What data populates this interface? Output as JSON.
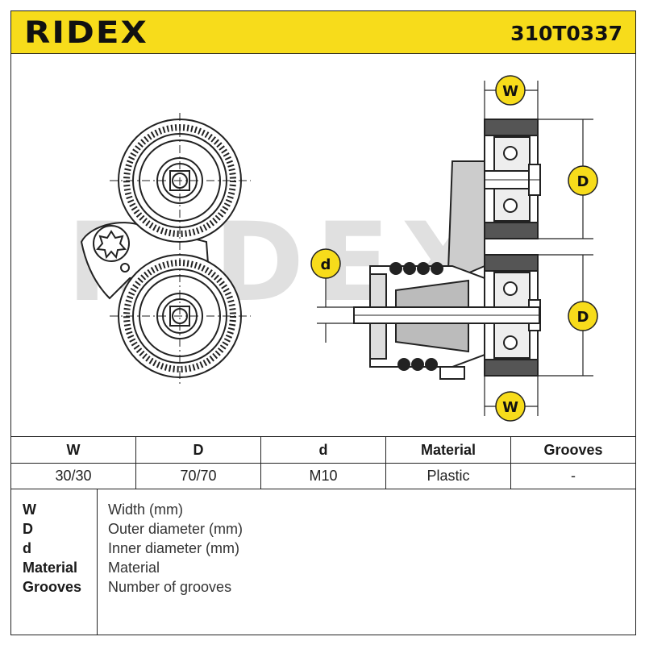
{
  "header": {
    "brand": "RIDEX",
    "part_number": "310T0337"
  },
  "colors": {
    "brand_yellow": "#f7dc1b",
    "line": "#222222",
    "watermark": "#d9d9d9"
  },
  "drawing": {
    "watermark": "RIDEX",
    "dim_label_width": "W",
    "dim_label_outer": "D",
    "dim_label_inner": "d"
  },
  "spec_table": {
    "headers": [
      "W",
      "D",
      "d",
      "Material",
      "Grooves"
    ],
    "values": [
      "30/30",
      "70/70",
      "M10",
      "Plastic",
      "-"
    ]
  },
  "legend": [
    {
      "key": "W",
      "desc": "Width (mm)"
    },
    {
      "key": "D",
      "desc": "Outer diameter (mm)"
    },
    {
      "key": "d",
      "desc": "Inner diameter (mm)"
    },
    {
      "key": "Material",
      "desc": "Material"
    },
    {
      "key": "Grooves",
      "desc": "Number of grooves"
    }
  ]
}
